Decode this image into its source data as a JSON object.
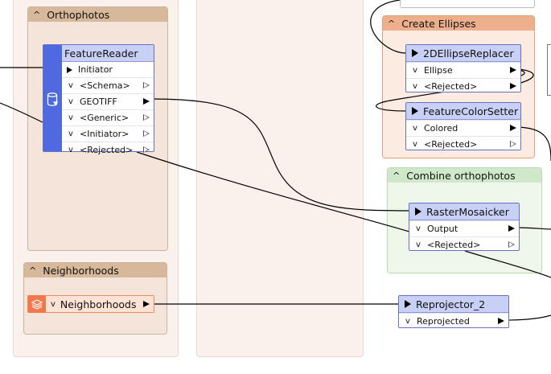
{
  "bookmarks": {
    "orthophotos": "Orthophotos",
    "neighborhoods": "Neighborhoods",
    "create_ellipses": "Create Ellipses",
    "combine_orthophotos": "Combine orthophotos"
  },
  "feature_reader": {
    "title": "FeatureReader",
    "ports": [
      "Initiator",
      "<Schema>",
      "GEOTIFF",
      "<Generic>",
      "<Initiator>",
      "<Rejected>"
    ]
  },
  "neighborhoods_reader": {
    "label": "Neighborhoods"
  },
  "ellipse_replacer": {
    "title": "2DEllipseReplacer",
    "ports": [
      "Ellipse",
      "<Rejected>"
    ]
  },
  "color_setter": {
    "title": "FeatureColorSetter",
    "ports": [
      "Colored",
      "<Rejected>"
    ]
  },
  "raster_mosaicker": {
    "title": "RasterMosaicker",
    "ports": [
      "Output",
      "<Rejected>"
    ]
  },
  "reprojector": {
    "title": "Reprojector_2",
    "ports": [
      "Reprojected"
    ]
  },
  "colors": {
    "transformer_header": "#c9d0f6",
    "reader_accent": "#4f6ae0",
    "source_accent": "#f2784b"
  }
}
